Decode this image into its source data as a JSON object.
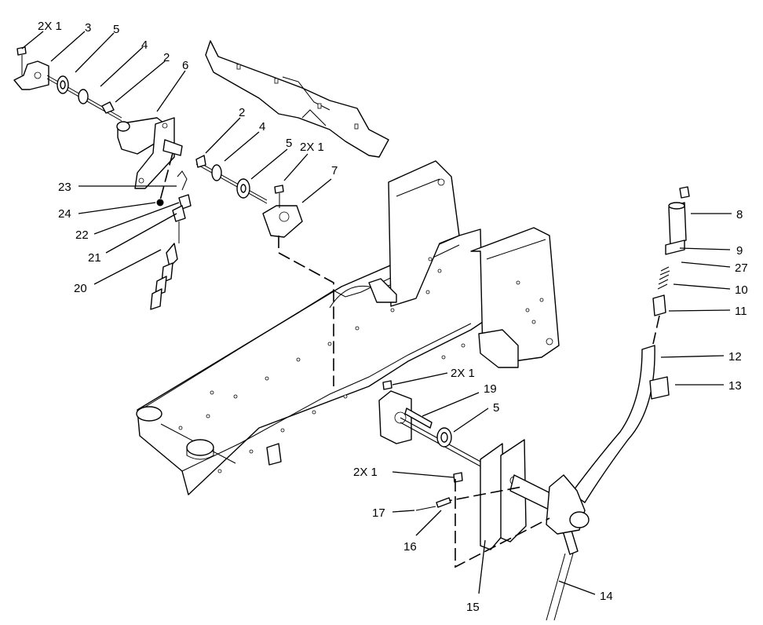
{
  "callouts": [
    {
      "id": "c-2x1-top-left",
      "text": "2X 1"
    },
    {
      "id": "c-3",
      "text": "3"
    },
    {
      "id": "c-5-top",
      "text": "5"
    },
    {
      "id": "c-4-top",
      "text": "4"
    },
    {
      "id": "c-2-top",
      "text": "2"
    },
    {
      "id": "c-6",
      "text": "6"
    },
    {
      "id": "c-2-mid",
      "text": "2"
    },
    {
      "id": "c-4-mid",
      "text": "4"
    },
    {
      "id": "c-5-mid",
      "text": "5"
    },
    {
      "id": "c-2x1-mid",
      "text": "2X 1"
    },
    {
      "id": "c-7",
      "text": "7"
    },
    {
      "id": "c-23",
      "text": "23"
    },
    {
      "id": "c-24",
      "text": "24"
    },
    {
      "id": "c-22",
      "text": "22"
    },
    {
      "id": "c-21",
      "text": "21"
    },
    {
      "id": "c-20",
      "text": "20"
    },
    {
      "id": "c-8",
      "text": "8"
    },
    {
      "id": "c-9",
      "text": "9"
    },
    {
      "id": "c-27",
      "text": "27"
    },
    {
      "id": "c-10",
      "text": "10"
    },
    {
      "id": "c-11",
      "text": "11"
    },
    {
      "id": "c-12",
      "text": "12"
    },
    {
      "id": "c-13",
      "text": "13"
    },
    {
      "id": "c-2x1-lower",
      "text": "2X 1"
    },
    {
      "id": "c-19",
      "text": "19"
    },
    {
      "id": "c-5-lower",
      "text": "5"
    },
    {
      "id": "c-2x1-bottom",
      "text": "2X 1"
    },
    {
      "id": "c-17",
      "text": "17"
    },
    {
      "id": "c-16",
      "text": "16"
    },
    {
      "id": "c-15",
      "text": "15"
    },
    {
      "id": "c-14",
      "text": "14"
    }
  ]
}
